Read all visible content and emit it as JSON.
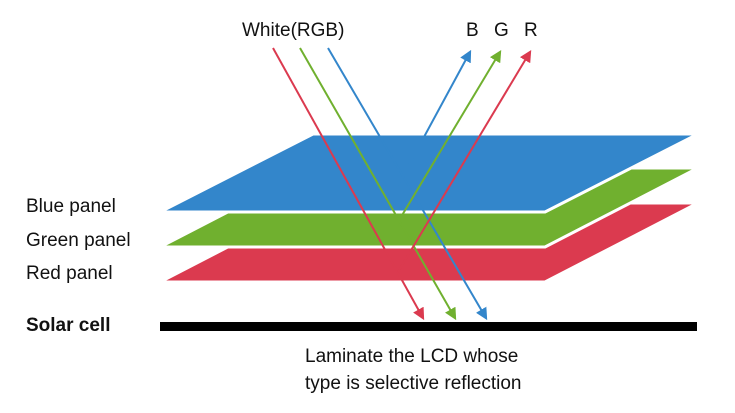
{
  "colors": {
    "blue": "#3386cb",
    "green": "#70b02f",
    "red": "#db3a4f",
    "black": "#000000",
    "outline": "#ffffff"
  },
  "labels": {
    "white_rgb": "White(RGB)",
    "b": "B",
    "g": "G",
    "r": "R",
    "blue_panel": "Blue panel",
    "green_panel": "Green panel",
    "red_panel": "Red panel",
    "solar_cell": "Solar cell"
  },
  "caption": {
    "line1": "Laminate the LCD whose",
    "line2": "type is selective reflection"
  }
}
